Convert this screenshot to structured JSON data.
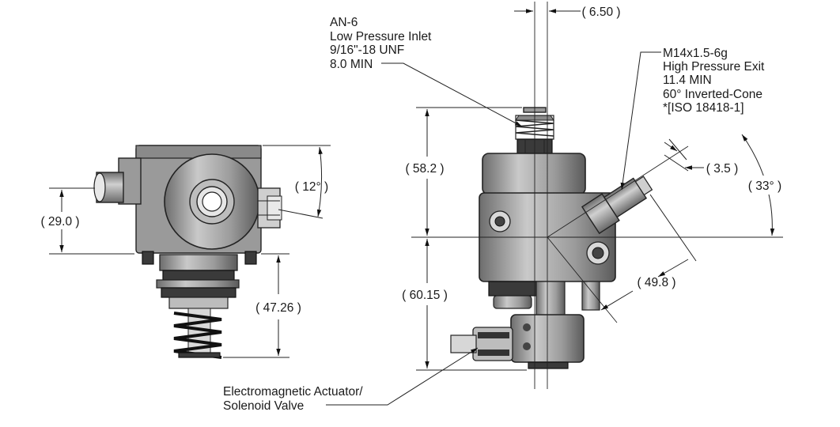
{
  "callouts": {
    "inlet": [
      "AN-6",
      "Low Pressure Inlet",
      "9/16\"-18 UNF",
      "8.0 MIN"
    ],
    "exit": [
      "M14x1.5-6g",
      "High Pressure Exit",
      "11.4 MIN",
      "60° Inverted-Cone",
      "*[ISO 18418-1]"
    ],
    "actuator": [
      "Electromagnetic Actuator/",
      "Solenoid Valve"
    ]
  },
  "dimensions": {
    "d_6_50": "6.50",
    "d_58_2": "58.2",
    "d_60_15": "60.15",
    "d_3_5": "3.5",
    "d_33": "33°",
    "d_49_8": "49.8",
    "d_12": "12°",
    "d_29_0": "29.0",
    "d_47_26": "47.26"
  },
  "colors": {
    "body": "#9a9a9a",
    "dark": "#3a3a3a",
    "light": "#cfcfcf",
    "line": "#222222"
  }
}
